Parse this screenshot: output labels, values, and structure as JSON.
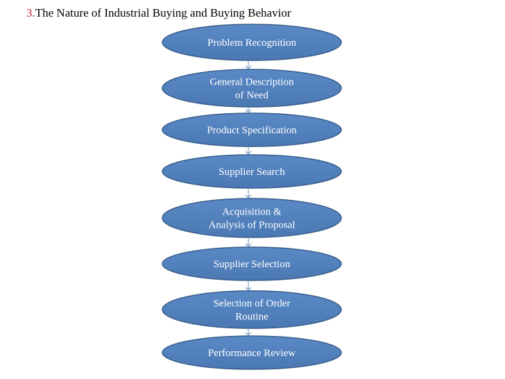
{
  "title": {
    "number": "3.",
    "text": "The Nature of Industrial Buying and Buying Behavior",
    "number_color": "#c0272d"
  },
  "flowchart": {
    "node_fill": "#4f81bd",
    "node_stroke": "#385d8a",
    "arrow_color": "#7f9fc9",
    "steps": [
      {
        "lines": [
          "Problem Recognition"
        ]
      },
      {
        "lines": [
          "General Description",
          "of  Need"
        ]
      },
      {
        "lines": [
          "Product Specification"
        ]
      },
      {
        "lines": [
          "Supplier Search"
        ]
      },
      {
        "lines": [
          "Acquisition  &",
          "Analysis  of Proposal"
        ]
      },
      {
        "lines": [
          "Supplier Selection"
        ]
      },
      {
        "lines": [
          "Selection of Order",
          "Routine"
        ]
      },
      {
        "lines": [
          "Performance Review"
        ]
      }
    ]
  }
}
